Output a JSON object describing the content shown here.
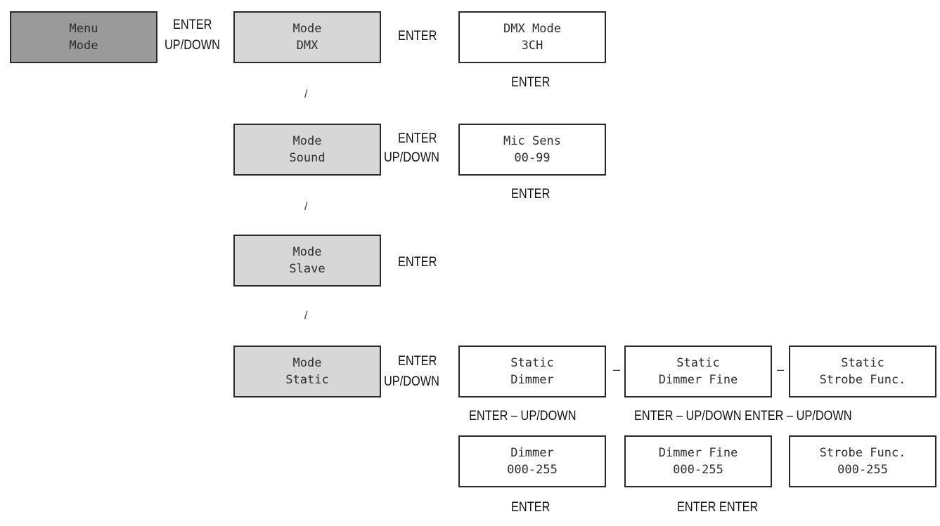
{
  "colors": {
    "menu_box": "#9a9a9a",
    "mode_box": "#d7d7d7",
    "value_box": "#ffffff",
    "border": "#2a2a2a"
  },
  "boxes": {
    "menu_mode": {
      "line1": "Menu",
      "line2": "Mode"
    },
    "mode_dmx": {
      "line1": "Mode",
      "line2": "DMX"
    },
    "dmx_mode_3ch": {
      "line1": "DMX Mode",
      "line2": "3CH"
    },
    "mode_sound": {
      "line1": "Mode",
      "line2": "Sound"
    },
    "mic_sens": {
      "line1": "Mic Sens",
      "line2": "00-99"
    },
    "mode_slave": {
      "line1": "Mode",
      "line2": "Slave"
    },
    "mode_static": {
      "line1": "Mode",
      "line2": "Static"
    },
    "static_dimmer": {
      "line1": "Static",
      "line2": "Dimmer"
    },
    "static_dimmer_fine": {
      "line1": "Static",
      "line2": "Dimmer Fine"
    },
    "static_strobe_func": {
      "line1": "Static",
      "line2": "Strobe Func."
    },
    "dimmer_value": {
      "line1": "Dimmer",
      "line2": "000-255"
    },
    "dimmer_fine_value": {
      "line1": "Dimmer Fine",
      "line2": "000-255"
    },
    "strobe_func_value": {
      "line1": "Strobe Func.",
      "line2": "000-255"
    }
  },
  "labels": {
    "menu_to_dmx_line1": "ENTER",
    "menu_to_dmx_line2": "UP/DOWN",
    "dmx_to_3ch": "ENTER",
    "under_3ch": "ENTER",
    "sound_to_mic_line1": "ENTER",
    "sound_to_mic_line2": "UP/DOWN",
    "under_mic": "ENTER",
    "slave_enter": "ENTER",
    "static_to_dimmer_line1": "ENTER",
    "static_to_dimmer_line2": "UP/DOWN",
    "under_static_dimmer": "ENTER – UP/DOWN",
    "under_static_fine_and_strobe": "ENTER – UP/DOWN ENTER – UP/DOWN",
    "under_dimmer_value": "ENTER",
    "under_fine_and_strobe_value": "ENTER ENTER"
  },
  "separators": {
    "slash": "/",
    "dash": "–"
  }
}
